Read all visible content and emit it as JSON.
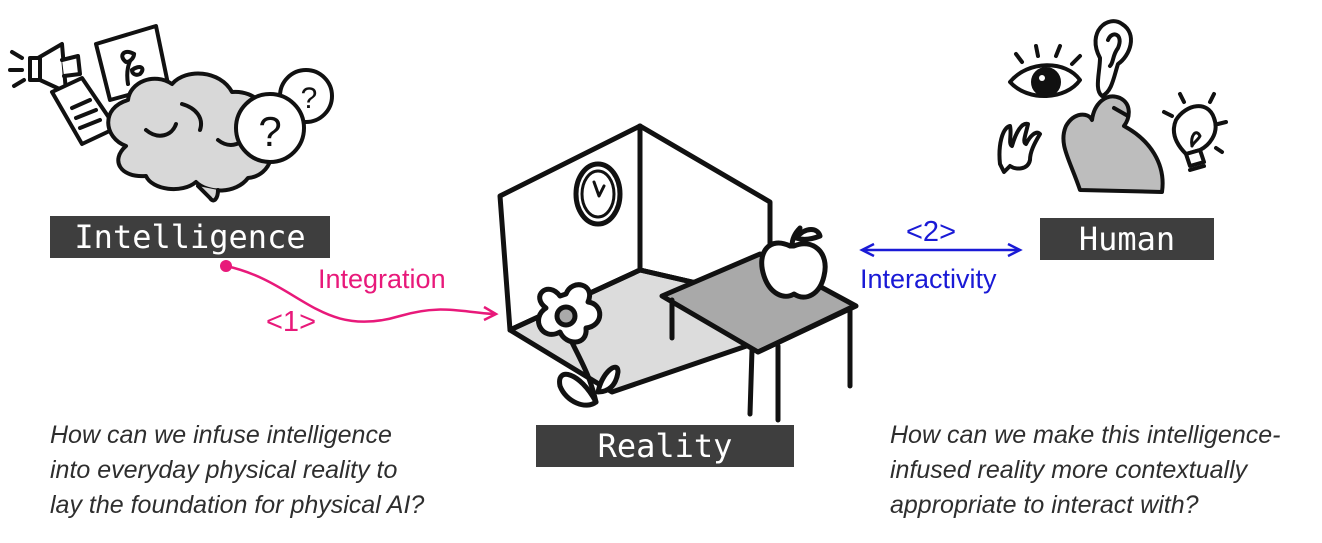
{
  "labels": {
    "intelligence": "Intelligence",
    "human": "Human",
    "reality": "Reality"
  },
  "links": {
    "integration": {
      "label": "Integration",
      "number": "<1>",
      "color": "#e8197a"
    },
    "interactivity": {
      "label": "Interactivity",
      "number": "<2>",
      "color": "#1a1ad6"
    }
  },
  "captions": {
    "left": [
      "How can we infuse intelligence",
      "into everyday physical reality to",
      "lay the foundation for physical AI?"
    ],
    "right": [
      "How can we make this intelligence-",
      "infused reality more contextually",
      "appropriate to interact with?"
    ]
  },
  "colors": {
    "label_bg": "#3e3e3e",
    "sketch_fill": "#d6d6d6",
    "sketch_dark": "#a9a9a9",
    "ink": "#111111"
  },
  "icons": {
    "intelligence": [
      "megaphone-icon",
      "document-icon",
      "plant-picture-icon",
      "brain-icon",
      "question-bubble-icon"
    ],
    "reality": [
      "room-icon",
      "clock-icon",
      "flower-icon",
      "table-icon",
      "apple-icon"
    ],
    "human": [
      "eye-icon",
      "ear-icon",
      "hand-icon",
      "person-icon",
      "lightbulb-icon"
    ]
  }
}
